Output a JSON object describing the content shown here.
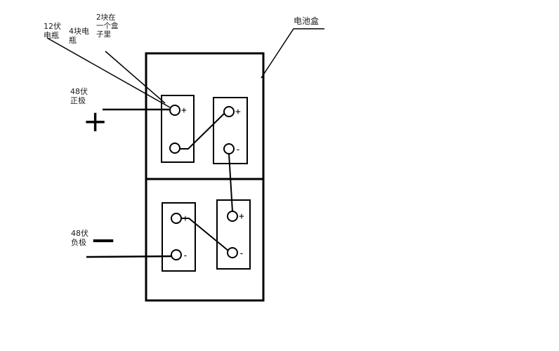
{
  "diagram": {
    "title": "battery-box-wiring-diagram",
    "annotations": {
      "battery_12v": [
        "12伏",
        "电瓶"
      ],
      "battery_count": [
        "4块电",
        "瓶"
      ],
      "two_per_box": [
        "2块在",
        "一个盒",
        "子里"
      ],
      "battery_box": "电池盒",
      "positive_48v": [
        "48伏",
        "正极"
      ],
      "negative_48v": [
        "48伏",
        "负极"
      ]
    },
    "symbols": {
      "plus_large": "+",
      "minus_large": "—",
      "terminal_plus": "+",
      "terminal_minus": "-"
    },
    "colors": {
      "line": "#000000",
      "background": "#ffffff",
      "text": "#1a1a1a"
    }
  }
}
